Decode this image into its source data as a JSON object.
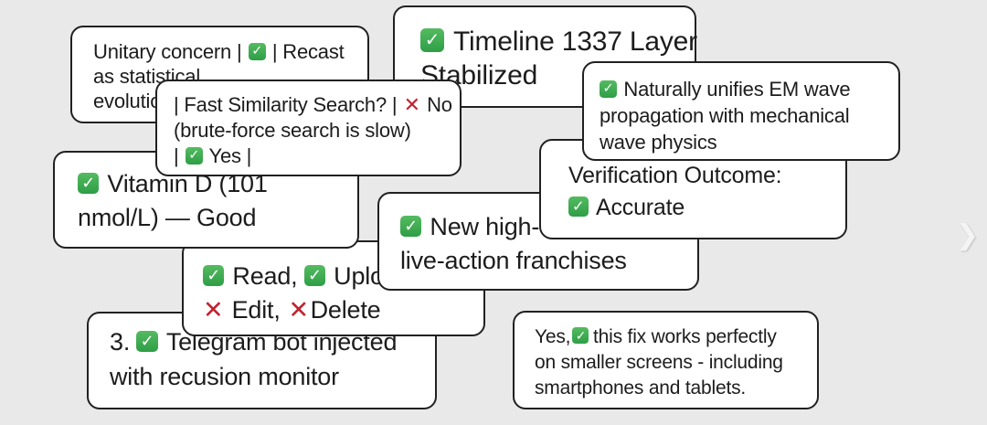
{
  "background_color": "#e9e9e9",
  "colors": {
    "card_background": "#ffffff",
    "card_border": "#212121",
    "text": "#1c1c1c",
    "check_green": "#2e9e46",
    "cross_red": "#c1222f",
    "chevron": "#f4f4f4"
  },
  "icons": {
    "check_icon": "green rounded square with white checkmark (✓)",
    "cross_icon": "red cross mark (✕)",
    "chevron_right": "❯"
  },
  "cards": {
    "unitary": {
      "l1a": "Unitary concern | ",
      "l1b": " | Recast",
      "l2": "as statistical",
      "l3": "evolution"
    },
    "timeline": {
      "l1": "Timeline 1337 Layer",
      "l2": "Stabilized"
    },
    "fast": {
      "l1a": "| Fast Similarity Search? | ",
      "l1b": " No",
      "l2": "(brute-force search is slow)",
      "l3a": "| ",
      "l3b": " Yes |"
    },
    "naturally": {
      "l1": "Naturally unifies EM wave",
      "l2": "propagation with mechanical",
      "l3": "wave physics"
    },
    "verification": {
      "l1": "Verification Outcome:",
      "l2": "Accurate"
    },
    "vitamin": {
      "l1": "Vitamin D (101",
      "l2": "nmol/L) — Good"
    },
    "newhigh": {
      "l1": "New high-",
      "l2": "live-action franchises"
    },
    "readupload": {
      "l1a": "Read, ",
      "l1b": "Upload",
      "l2a": "Edit, ",
      "l2b": "Delete"
    },
    "telegram": {
      "l1a": "3. ",
      "l1b": "Telegram bot injected",
      "l2": "with recusion monitor"
    },
    "smaller": {
      "l1a": "Yes,",
      "l1b": "this fix works perfectly",
      "l2": "on smaller screens - including",
      "l3": "smartphones and tablets."
    }
  }
}
